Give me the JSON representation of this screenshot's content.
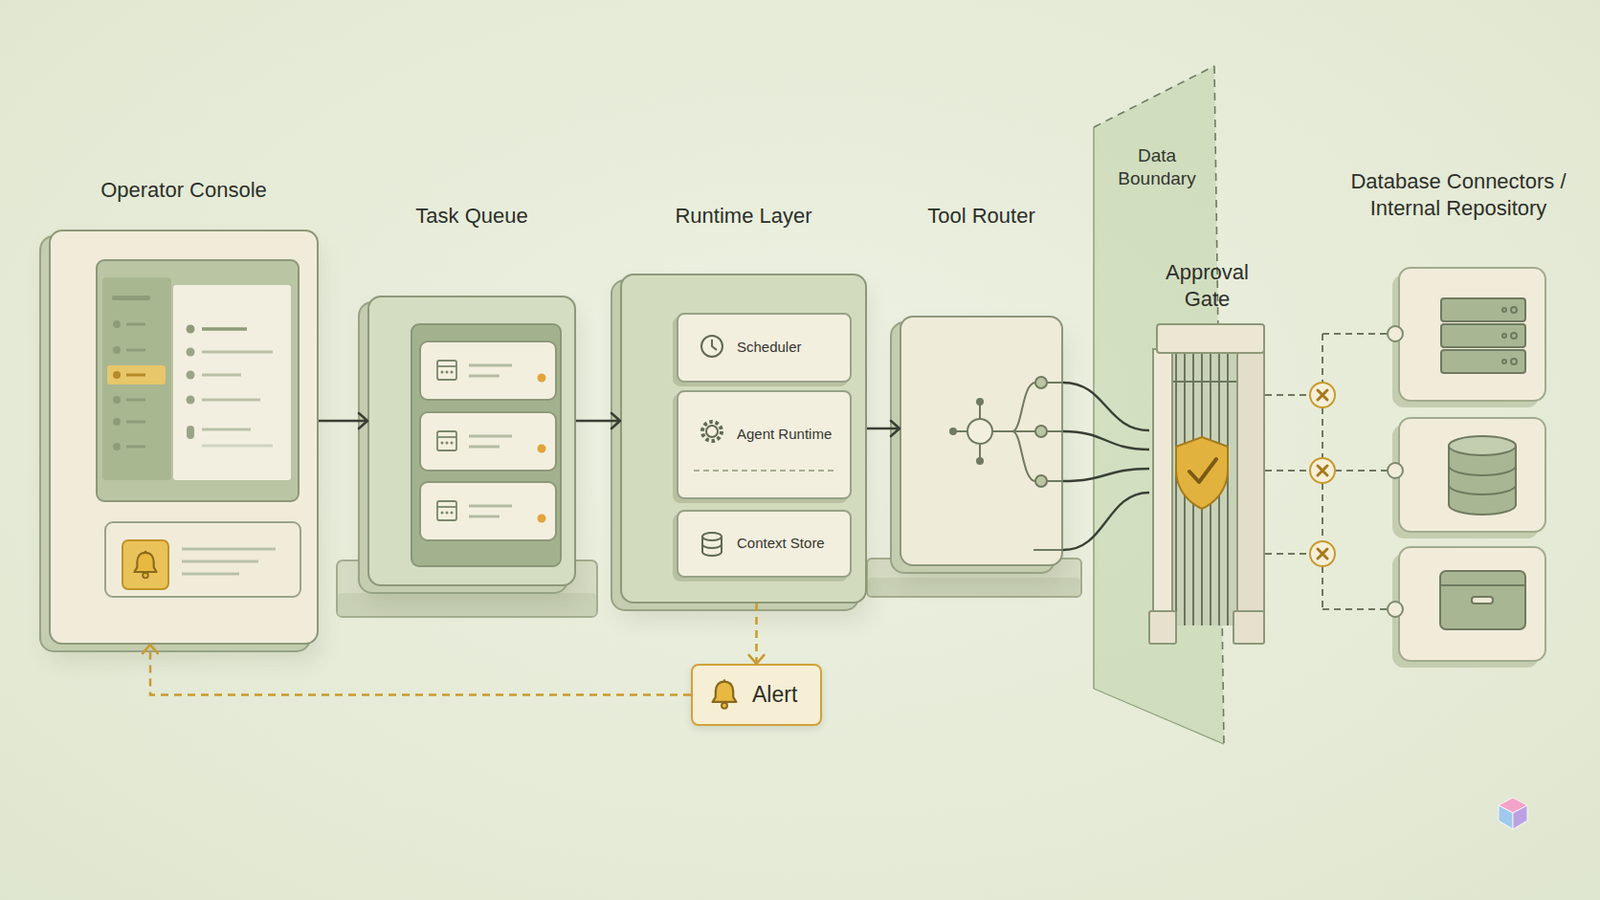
{
  "diagram": {
    "nodes": [
      {
        "text": [
          "Operator Console"
        ]
      },
      {
        "text": [
          "Task Queue"
        ]
      },
      {
        "text": [
          "Runtime Layer"
        ]
      },
      {
        "text": [
          "Scheduler"
        ],
        "in": 2
      },
      {
        "text": [
          "Agent Runtime"
        ],
        "in": 2
      },
      {
        "text": [
          "Context Store"
        ],
        "in": 2
      },
      {
        "text": [
          "Tool Router"
        ]
      },
      {
        "text": [
          "Data Boundary"
        ]
      },
      {
        "text": [
          "Approval Gate"
        ]
      },
      {
        "text": [
          "Alert"
        ]
      }
    ],
    "edges": [
      {
        "from": 0,
        "to": 1,
        "arrow": "to"
      },
      {
        "from": 1,
        "to": 2,
        "arrow": "to"
      },
      {
        "from": 2,
        "to": 6,
        "arrow": "to"
      },
      {
        "from": 6,
        "to": 8,
        "arrow": "none"
      },
      {
        "from": 2,
        "to": 9,
        "arrow": "to"
      },
      {
        "from": 9,
        "to": 0,
        "arrow": "to"
      }
    ],
    "labels": [
      "Database Connectors / Internal Repository"
    ]
  }
}
